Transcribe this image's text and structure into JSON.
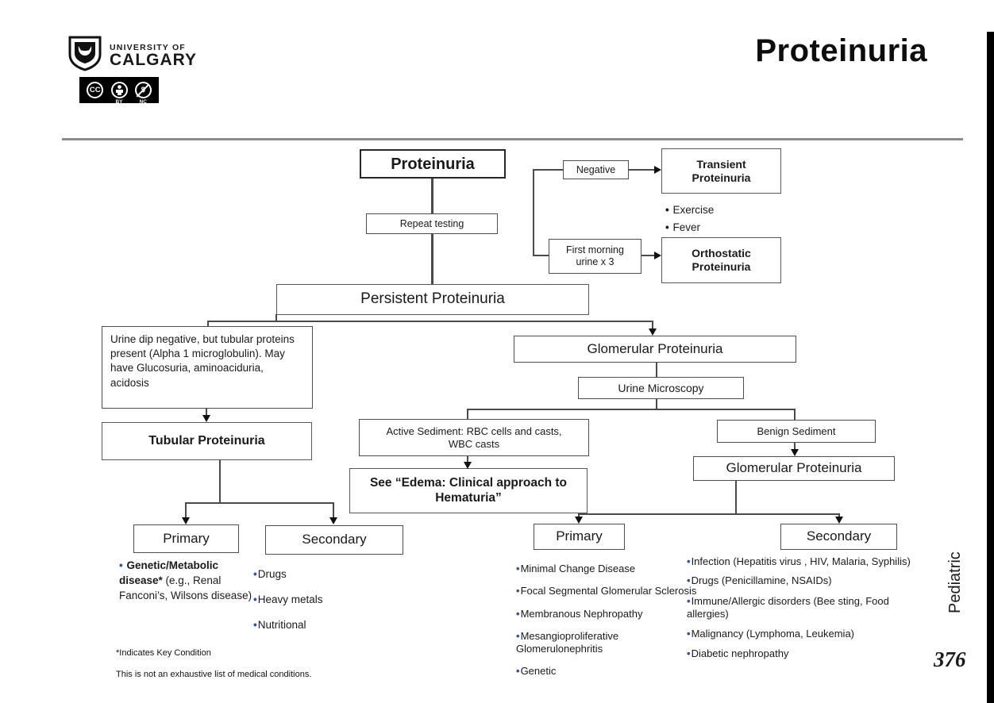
{
  "header": {
    "title": "Proteinuria",
    "logo": {
      "line1": "UNIVERSITY OF",
      "line2": "CALGARY"
    },
    "license": {
      "cc": "CC",
      "by": "BY",
      "nc": "NC"
    }
  },
  "margin": {
    "vertical_label": "Pediatric",
    "page_number": "376"
  },
  "flowchart": {
    "nodes": {
      "proteinuria": "Proteinuria",
      "repeat_testing": "Repeat testing",
      "negative": "Negative",
      "transient": "Transient Proteinuria",
      "first_morning": "First morning urine x 3",
      "orthostatic": "Orthostatic Proteinuria",
      "persistent": "Persistent Proteinuria",
      "tubular_note": "Urine dip negative, but tubular proteins present (Alpha 1 microglobulin). May have Glucosuria, aminoaciduria, acidosis",
      "glomerular": "Glomerular Proteinuria",
      "urine_microscopy": "Urine Microscopy",
      "active_sediment": "Active Sediment: RBC cells and casts, WBC casts",
      "benign_sediment": "Benign Sediment",
      "tubular": "Tubular Proteinuria",
      "glomerular2": "Glomerular Proteinuria",
      "see_edema": "See “Edema: Clinical approach to Hematuria”",
      "tubular_primary": "Primary",
      "tubular_secondary": "Secondary",
      "glomerular_primary": "Primary",
      "glomerular_secondary": "Secondary"
    },
    "transient_causes": [
      "Exercise",
      "Fever"
    ],
    "lists": {
      "tubular_primary_bold": "Genetic/Metabolic disease*",
      "tubular_primary_rest": " (e.g., Renal Fanconi’s, Wilsons disease)",
      "tubular_secondary": [
        "Drugs",
        "Heavy metals",
        "Nutritional"
      ],
      "glomerular_primary": [
        "Minimal Change Disease",
        "Focal Segmental Glomerular Sclerosis",
        "Membranous Nephropathy",
        "Mesangioproliferative Glomerulonephritis",
        "Genetic"
      ],
      "glomerular_secondary": [
        "Infection (Hepatitis virus , HIV, Malaria, Syphilis)",
        "Drugs (Penicillamine, NSAIDs)",
        "Immune/Allergic disorders (Bee sting, Food allergies)",
        "Malignancy (Lymphoma, Leukemia)",
        "Diabetic nephropathy"
      ]
    },
    "footnotes": {
      "key": "*Indicates Key Condition",
      "disclaimer": "This is not an exhaustive list of medical conditions."
    }
  },
  "colors": {
    "bullet": "#34538f",
    "line": "#4a4a4a",
    "margin_bar": "#000000"
  }
}
